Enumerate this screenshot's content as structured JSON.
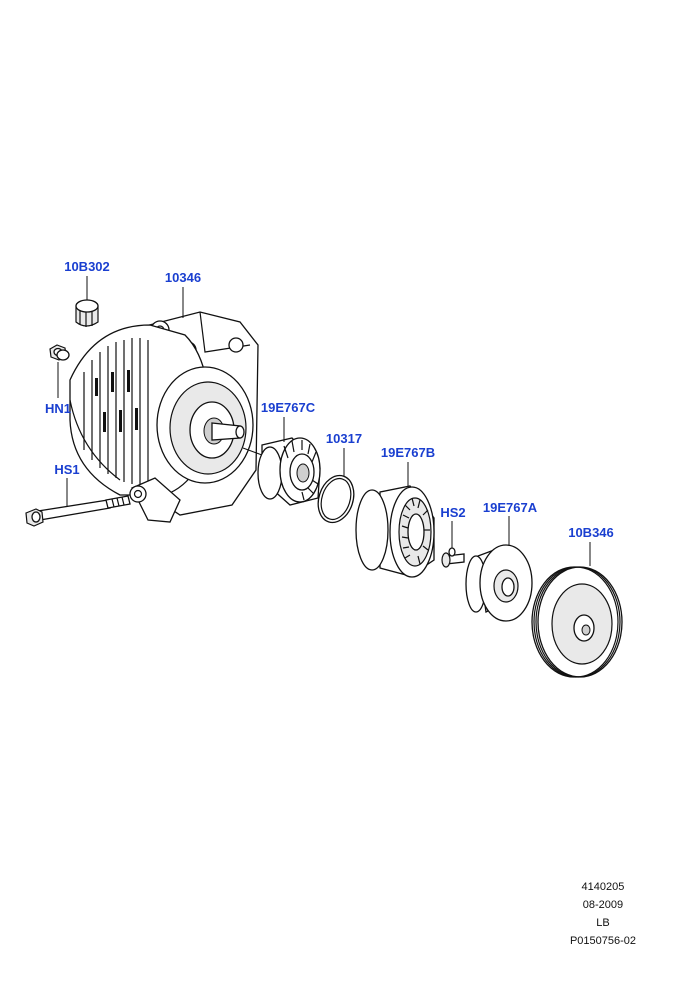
{
  "labels": {
    "cap": "10B302",
    "alternator": "10346",
    "nut": "HN1",
    "bolt_long": "HS1",
    "pulley_inner": "19E767C",
    "ring": "10317",
    "clutch_housing": "19E767B",
    "bolt_short": "HS2",
    "clutch_hub": "19E767A",
    "pulley": "10B346"
  },
  "footer": {
    "code": "4140205",
    "date": "08-2009",
    "region": "LB",
    "reference": "P0150756-02"
  }
}
